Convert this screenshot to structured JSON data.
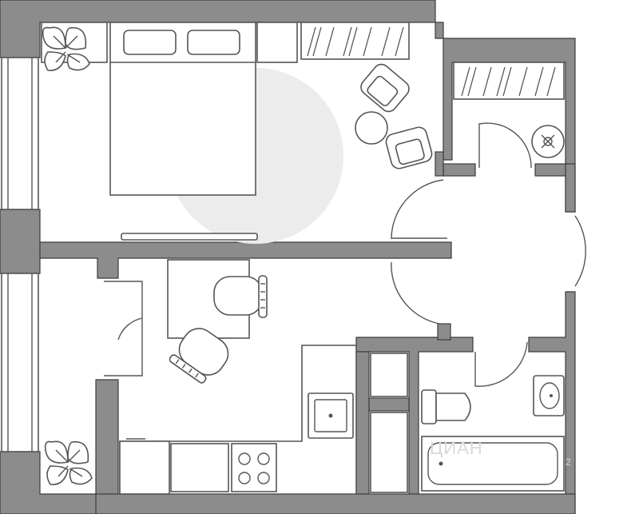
{
  "plan": {
    "watermark": "ЦИАН",
    "watermark_suffix": "2"
  },
  "colors": {
    "wall": "#8c8c8c",
    "wall_outline": "#3c3c3c",
    "furniture_stroke": "#555555",
    "bed_shadow": "#ececec",
    "background": "#ffffff"
  },
  "rooms": [
    "bedroom",
    "living-kitchen",
    "hallway",
    "closet",
    "bathroom",
    "storage"
  ],
  "icons": [
    "plant-icon",
    "armchair-icon",
    "stove-icon",
    "sink-icon",
    "toilet-icon",
    "bathtub-icon",
    "washing-machine-icon"
  ]
}
